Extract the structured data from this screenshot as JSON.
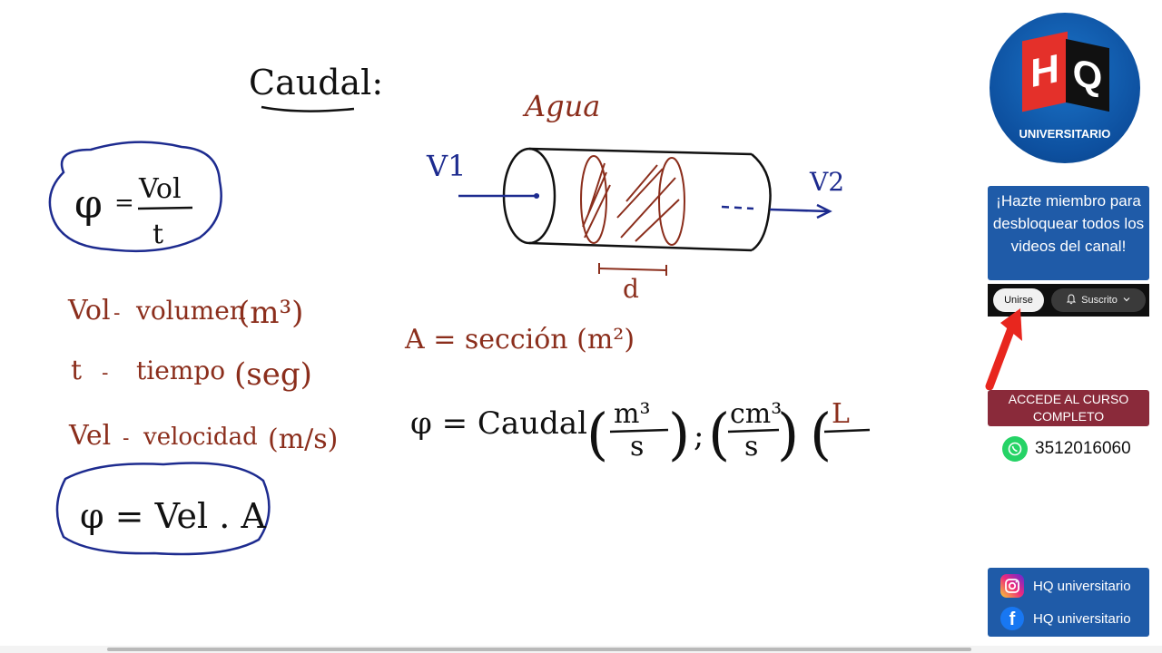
{
  "whiteboard": {
    "title": "Caudal:",
    "formula_main": {
      "lhs": "φ",
      "eq": "=",
      "numerator": "Vol",
      "denominator": "t"
    },
    "definitions": [
      {
        "symbol": "Vol",
        "text": "volumen",
        "unit": "(m³)"
      },
      {
        "symbol": "t",
        "text": "tiempo",
        "unit": "(seg)"
      },
      {
        "symbol": "Vel",
        "text": "velocidad",
        "unit": "(m/s)"
      }
    ],
    "formula_second": "φ = Vel . A",
    "diagram": {
      "fluid_label": "Agua",
      "v1": "V1",
      "v2": "V2",
      "length_label": "d"
    },
    "area_definition": "A = sección (m²)",
    "caudal_units": {
      "prefix": "φ = Caudal",
      "unit1_num": "m³",
      "unit1_den": "s",
      "separator": ";",
      "unit2_num": "cm³",
      "unit2_den": "s",
      "unit3_num": "L"
    }
  },
  "sidebar": {
    "logo": {
      "letters_h": "H",
      "letters_q": "Q",
      "brand": "UNIVERSITARIO"
    },
    "member_promo": "¡Hazte miembro para desbloquear todos los videos del canal!",
    "join_button": "Unirse",
    "subscribed_button": "Suscrito",
    "course_promo": "ACCEDE AL CURSO COMPLETO",
    "phone": "3512016060",
    "socials": [
      {
        "network": "instagram-icon",
        "handle": "HQ universitario"
      },
      {
        "network": "facebook-icon",
        "handle": "HQ universitario"
      }
    ]
  },
  "colors": {
    "blue_ink": "#1d2b8f",
    "red_ink": "#8b2e1c",
    "black_ink": "#111111",
    "brand_blue": "#1f5ba8",
    "brand_red": "#e4302a",
    "course_bg": "#8a2a3a"
  }
}
